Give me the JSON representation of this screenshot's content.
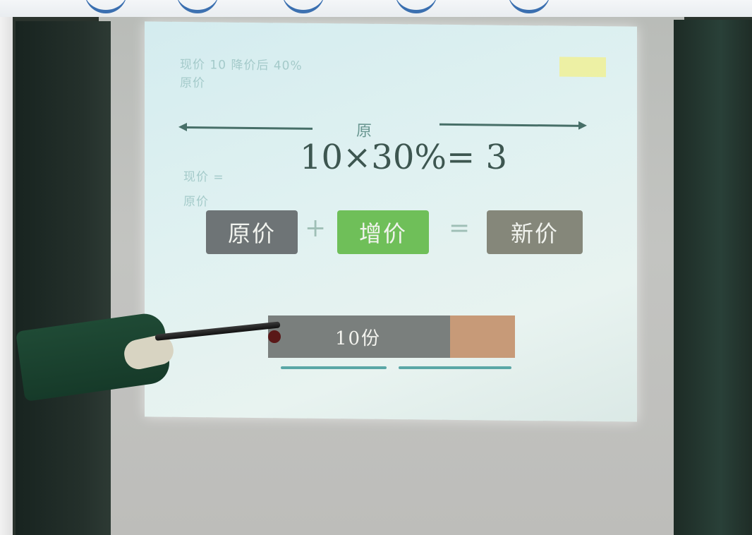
{
  "photo": {
    "description_colors": {
      "wall": "#bdbdba",
      "blackboard": "#24302b",
      "screen": "#dff1f1"
    }
  },
  "slide": {
    "top_text_line1": "现价 10 降价后 40%",
    "top_text_line2": "原价",
    "arrow_label": "原",
    "equation": "10×30%= 3",
    "left_note_line1": "现价 =",
    "left_note_line2": "原价",
    "boxes": [
      {
        "label": "原价",
        "color": "#6e7476"
      },
      {
        "label": "增价",
        "color": "#6fbf59"
      },
      {
        "label": "新价",
        "color": "#85877a"
      }
    ],
    "operators": {
      "plus": "+",
      "equals": "="
    },
    "bar": {
      "label": "10份",
      "caption": ""
    },
    "highlight_color": "#f2f08a"
  }
}
